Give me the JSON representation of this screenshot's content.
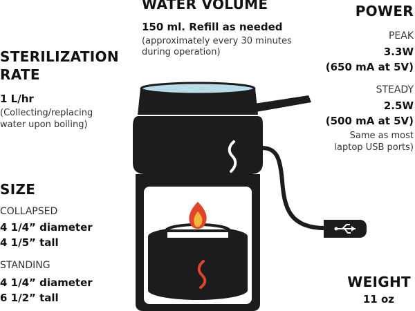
{
  "water_volume": {
    "heading": "WATER VOLUME",
    "value": "150 ml. Refill as needed",
    "note_line1": "(approximately every 30 minutes",
    "note_line2": "during operation)"
  },
  "sterilization": {
    "heading_line1": "STERILIZATION",
    "heading_line2": "RATE",
    "value": "1 L/hr",
    "note_line1": "(Collecting/replacing",
    "note_line2": "water upon boiling)"
  },
  "size": {
    "heading": "SIZE",
    "collapsed_label": "COLLAPSED",
    "collapsed_diameter": "4 1/4” diameter",
    "collapsed_height": "4 1/5” tall",
    "standing_label": "STANDING",
    "standing_diameter": "4 1/4” diameter",
    "standing_height": "6 1/2” tall"
  },
  "power": {
    "heading": "POWER",
    "peak_label": "PEAK",
    "peak_watts": "3.3W",
    "peak_current": "(650 mA at 5V)",
    "steady_label": "STEADY",
    "steady_watts": "2.5W",
    "steady_current": "(500 mA at 5V)",
    "steady_note_line1": "Same as most",
    "steady_note_line2": "laptop USB ports)"
  },
  "weight": {
    "heading": "WEIGHT",
    "value": "11 oz"
  },
  "icons": [
    "flame-icon",
    "usb-icon"
  ],
  "colors": {
    "device_body": "#1c1c1c",
    "water": "#b9dcea",
    "flame_outer": "#e0452b",
    "flame_inner": "#f6b53a",
    "outline": "#111111"
  }
}
